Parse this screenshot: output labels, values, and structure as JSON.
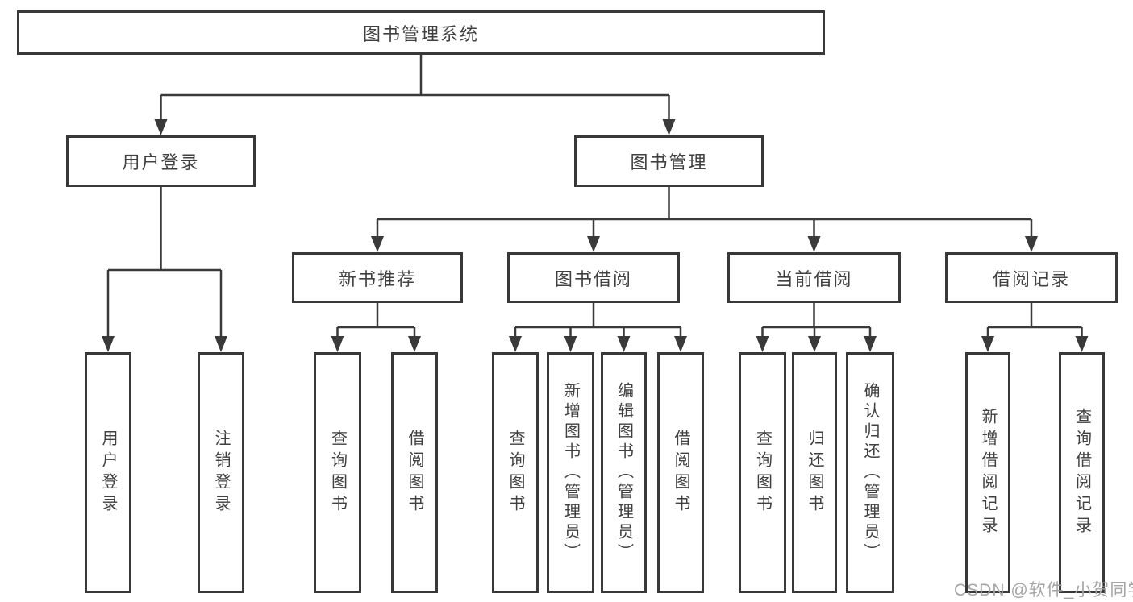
{
  "nodes": {
    "root": "图书管理系统",
    "level2": [
      "用户登录",
      "图书管理"
    ],
    "level3": [
      "新书推荐",
      "图书借阅",
      "当前借阅",
      "借阅记录"
    ],
    "level4": {
      "login": [
        "用户登录",
        "注销登录"
      ],
      "newbook": [
        "查询图书",
        "借阅图书"
      ],
      "borrow": [
        "查询图书",
        "新增图书（管理员）",
        "编辑图书（管理员）",
        "借阅图书"
      ],
      "current": [
        "查询图书",
        "归还图书",
        "确认归还（管理员）"
      ],
      "records": [
        "新增借阅记录",
        "查询借阅记录"
      ]
    }
  },
  "watermark": "CSDN @软件_小贺同学",
  "colors": {
    "line": "#3a3a3a",
    "box_border": "#383838",
    "box_fill": "#ffffff",
    "text": "#404040",
    "watermark": "#a5a5a5",
    "background": "#ffffff"
  }
}
